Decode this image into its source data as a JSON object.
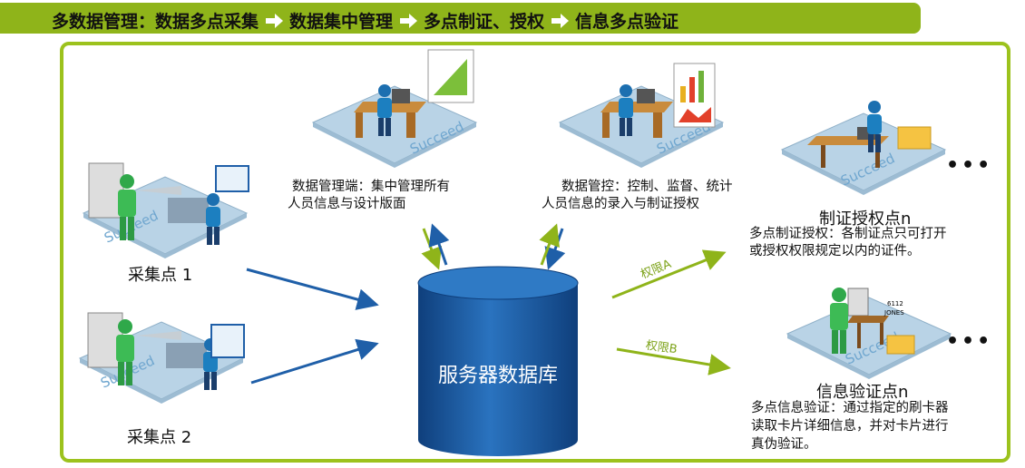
{
  "banner": {
    "prefix": "多数据管理：数据多点采集",
    "step2": "数据集中管理",
    "step3": "多点制证、授权",
    "step4": "信息多点验证"
  },
  "nodes": {
    "collect1": "采集点 1",
    "collect2": "采集点 2",
    "admin_line1": "数据管理端：集中管理所有",
    "admin_line2": "人员信息与设计版面",
    "control_line1": "数据管控：控制、监督、统计",
    "control_line2": "人员信息的录入与制证授权",
    "issue_title": "制证授权点n",
    "issue_line1": "多点制证授权：各制证点只可打开",
    "issue_line2": "或授权权限规定以内的证件。",
    "verify_title": "信息验证点n",
    "verify_line1": "多点信息验证：通过指定的刷卡器",
    "verify_line2": "读取卡片详细信息，并对卡片进行",
    "verify_line3": "真伪验证。",
    "database": "服务器数据库",
    "perm_a": "权限A",
    "perm_b": "权限B",
    "more": "•••",
    "card_number": "6112",
    "card_name": "JONES",
    "platform_brand": "Succeed"
  },
  "colors": {
    "green": "#9cc21d",
    "blue": "#1f5fa8",
    "platform": "#b9d3e6"
  }
}
